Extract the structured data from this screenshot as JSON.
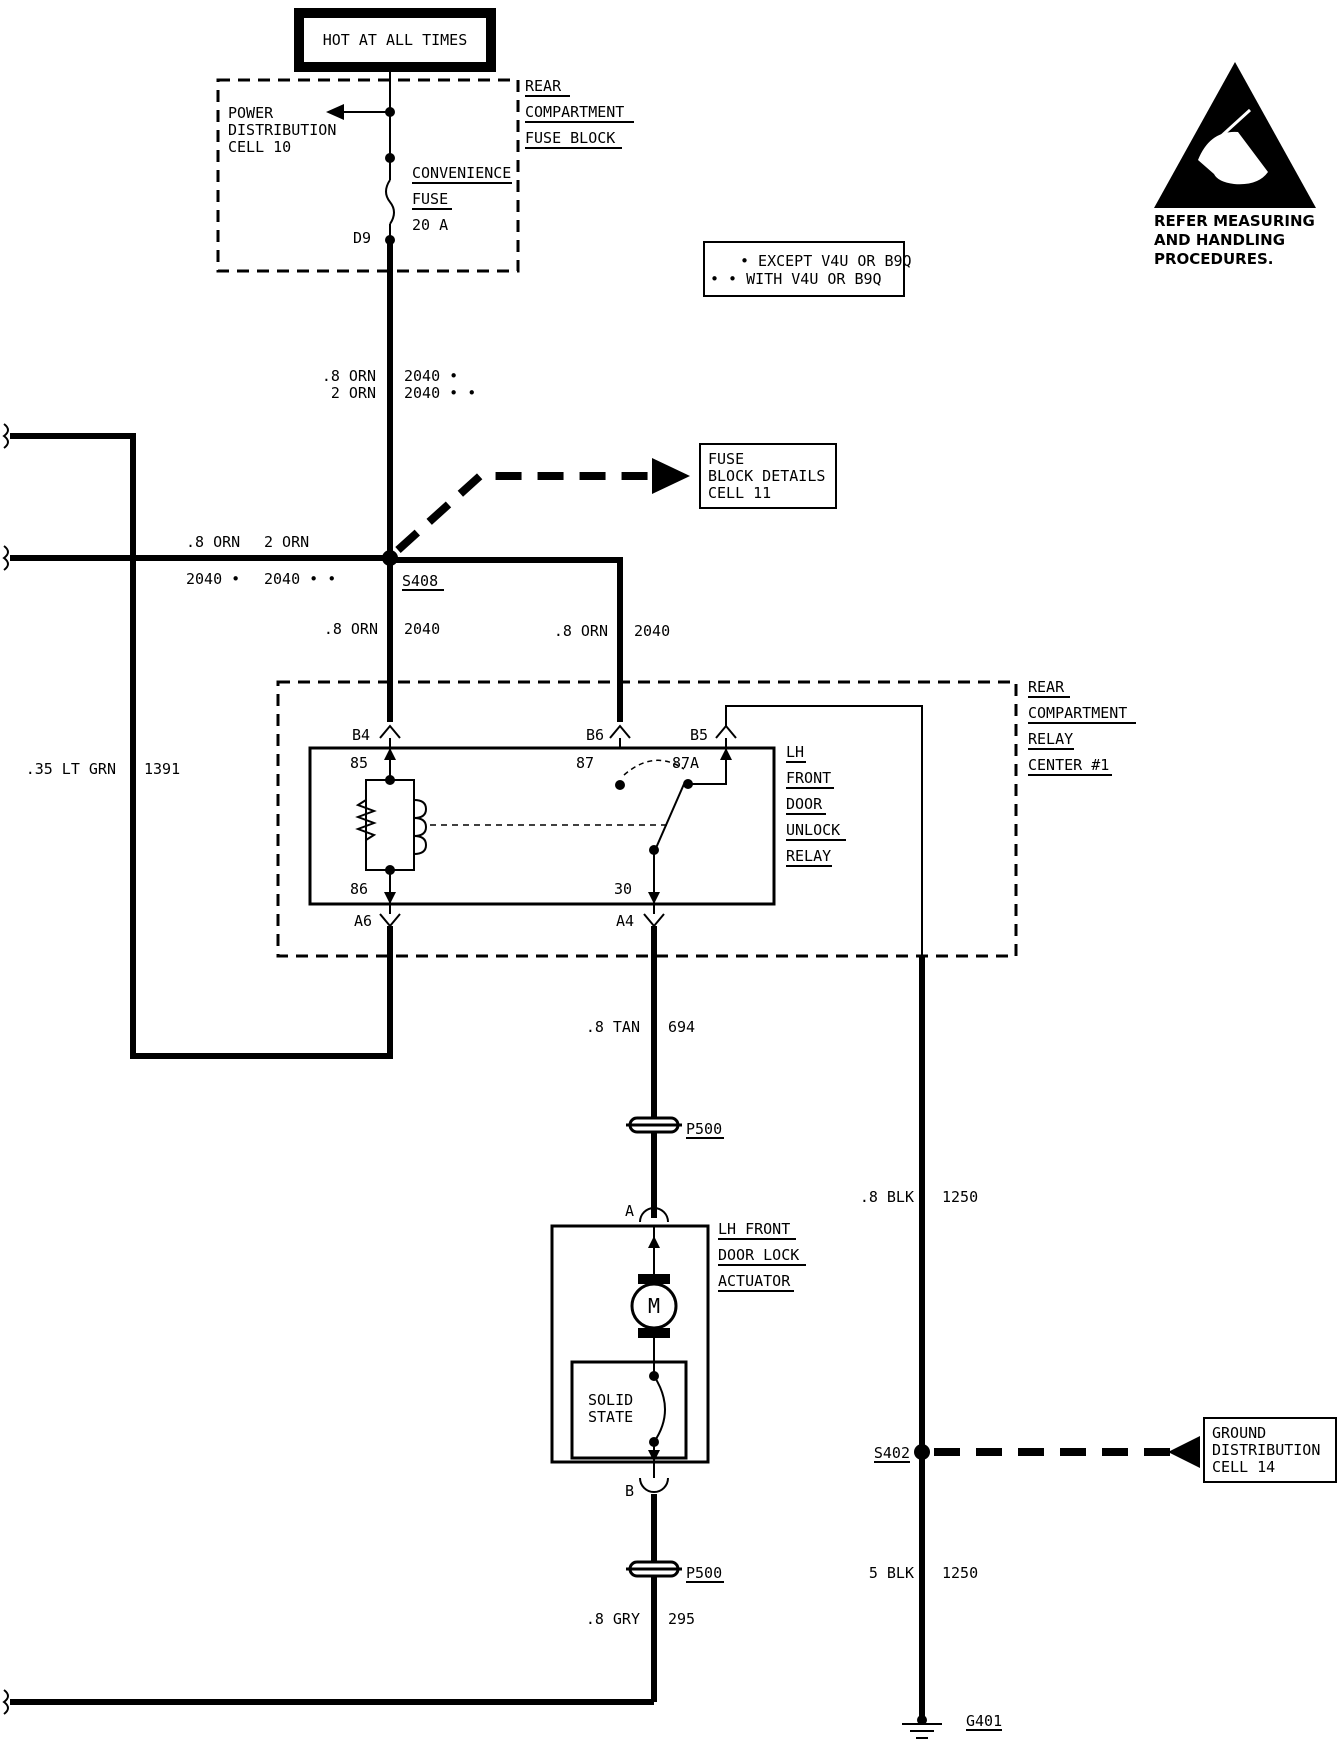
{
  "header_box": "HOT AT ALL TIMES",
  "fuse_block": {
    "title_lines": [
      "REAR",
      "COMPARTMENT",
      "FUSE BLOCK"
    ],
    "power_lines": [
      "POWER",
      "DISTRIBUTION",
      "CELL 10"
    ],
    "fuse_lines": [
      "CONVENIENCE",
      "FUSE",
      "20 A"
    ],
    "terminal": "D9"
  },
  "legend": {
    "line1": "• EXCEPT V4U OR B9Q",
    "line2": "• • WITH V4U OR B9Q"
  },
  "esd_warning": [
    "REFER MEASURING",
    "AND HANDLING",
    "PROCEDURES."
  ],
  "wires": {
    "top_gauge_1": ".8 ORN",
    "top_gauge_2": "2 ORN",
    "top_circuit_1": "2040 •",
    "top_circuit_2": "2040 • •",
    "left_gauge_1": ".8 ORN",
    "left_gauge_2": "2 ORN",
    "left_circuit_1": "2040 •",
    "left_circuit_2": "2040 • •",
    "b4_gauge": ".8 ORN",
    "b4_circuit": "2040",
    "b6_gauge": ".8 ORN",
    "b6_circuit": "2040",
    "ltgrn_gauge": ".35 LT GRN",
    "ltgrn_circuit": "1391",
    "tan_gauge": ".8 TAN",
    "tan_circuit": "694",
    "blk1_gauge": ".8 BLK",
    "blk1_circuit": "1250",
    "blk2_gauge": "5 BLK",
    "blk2_circuit": "1250",
    "gry_gauge": ".8 GRY",
    "gry_circuit": "295"
  },
  "splice_s408": "S408",
  "splice_s402": "S402",
  "fuse_details": [
    "FUSE",
    "BLOCK DETAILS",
    "CELL 11"
  ],
  "relay_center": {
    "title_lines": [
      "REAR",
      "COMPARTMENT",
      "RELAY",
      "CENTER #1"
    ],
    "terminals": {
      "b4": "B4",
      "b6": "B6",
      "b5": "B5",
      "a6": "A6",
      "a4": "A4"
    },
    "pins": {
      "p85": "85",
      "p86": "86",
      "p87": "87",
      "p87a": "87A",
      "p30": "30"
    },
    "relay_lines": [
      "LH",
      "FRONT",
      "DOOR",
      "UNLOCK",
      "RELAY"
    ]
  },
  "connector_p500": "P500",
  "actuator": {
    "title_lines": [
      "LH FRONT",
      "DOOR LOCK",
      "ACTUATOR"
    ],
    "motor": "M",
    "solid_state": [
      "SOLID",
      "STATE"
    ],
    "pin_a": "A",
    "pin_b": "B"
  },
  "ground_distribution": [
    "GROUND",
    "DISTRIBUTION",
    "CELL 14"
  ],
  "ground_g401": "G401"
}
